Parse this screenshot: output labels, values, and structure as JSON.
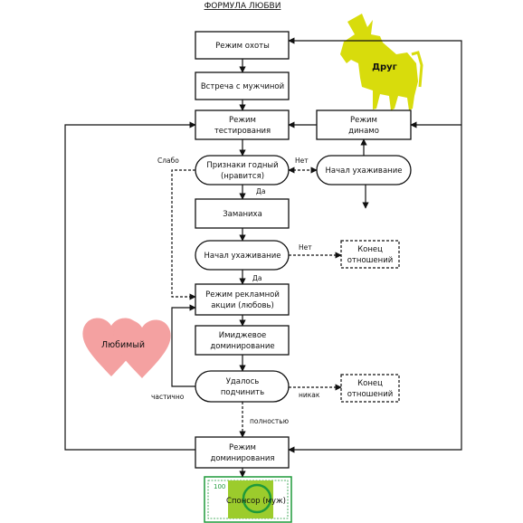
{
  "title": "ФОРМУЛА ЛЮБВИ",
  "nodes": {
    "hunt": "Режим охоты",
    "meet": "Встреча с мужчиной",
    "testing_1": "Режим",
    "testing_2": "тестирования",
    "dinamo_1": "Режим",
    "dinamo_2": "динамо",
    "signs_1": "Признаки годный",
    "signs_2": "(нравится)",
    "start_court_1": "Начал ухаживание",
    "bait": "Заманиха",
    "start_court_2": "Начал ухаживание",
    "end_rel_1_a": "Конец",
    "end_rel_1_b": "отношений",
    "ad_1": "Режим рекламной",
    "ad_2": "акции (любовь)",
    "domin_1": "Имиджевое",
    "domin_2": "доминирование",
    "keep_1": "Удалось",
    "keep_2": "подчинить",
    "end_rel_2_a": "Конец",
    "end_rel_2_b": "отношений",
    "dom_1": "Режим",
    "dom_2": "доминирования",
    "sponsor": "Спонсор (муж)",
    "sponsor_badge": "100"
  },
  "edge_labels": {
    "weak": "Слабо",
    "no_1": "Нет",
    "yes_1": "Да",
    "no_2": "Нет",
    "yes_2": "Да",
    "partial": "частично",
    "none": "никак",
    "full": "полностью"
  },
  "figures": {
    "friend": "Друг",
    "beloved": "Любимый"
  },
  "colors": {
    "goat": "#d8dc0c",
    "heart": "#f4a1a1",
    "sponsor_frame": "#1f9a3a",
    "sponsor_fill": "#9ccc2c"
  }
}
